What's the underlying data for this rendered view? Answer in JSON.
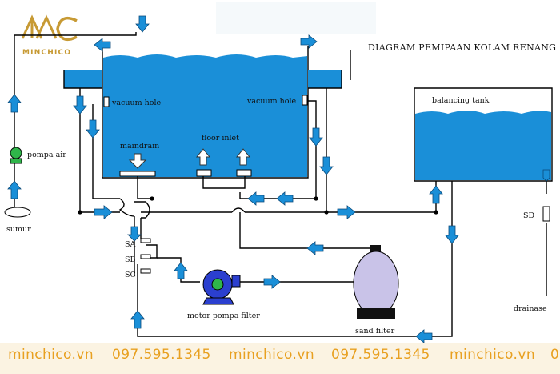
{
  "title": "DIAGRAM PEMIPAAN KOLAM RENANG",
  "logo": {
    "text": "MINCHICO",
    "color": "#c79a34"
  },
  "labels": {
    "vacuum_hole_left": "vacuum hole",
    "vacuum_hole_right": "vacuum hole",
    "maindrain": "maindrain",
    "floor_inlet": "floor inlet",
    "balancing_tank": "balancing tank",
    "pompa_air": "pompa air",
    "sumur": "sumur",
    "sa": "SA",
    "sb": "SB",
    "sc": "SC",
    "sd": "SD",
    "motor_pompa_filter": "motor pompa filter",
    "sand_filter": "sand filter",
    "drainase": "drainase"
  },
  "footer": [
    "minchico.vn",
    "097.595.1345",
    "minchico.vn",
    "097.595.1345",
    "minchico.vn",
    "0"
  ],
  "colors": {
    "water": "#1a8fd8",
    "footer_text": "#e8a020",
    "footer_band": "#fbf3e2",
    "filter_tank": "#c9c3e8",
    "pump_body": "#2b3fcf"
  }
}
